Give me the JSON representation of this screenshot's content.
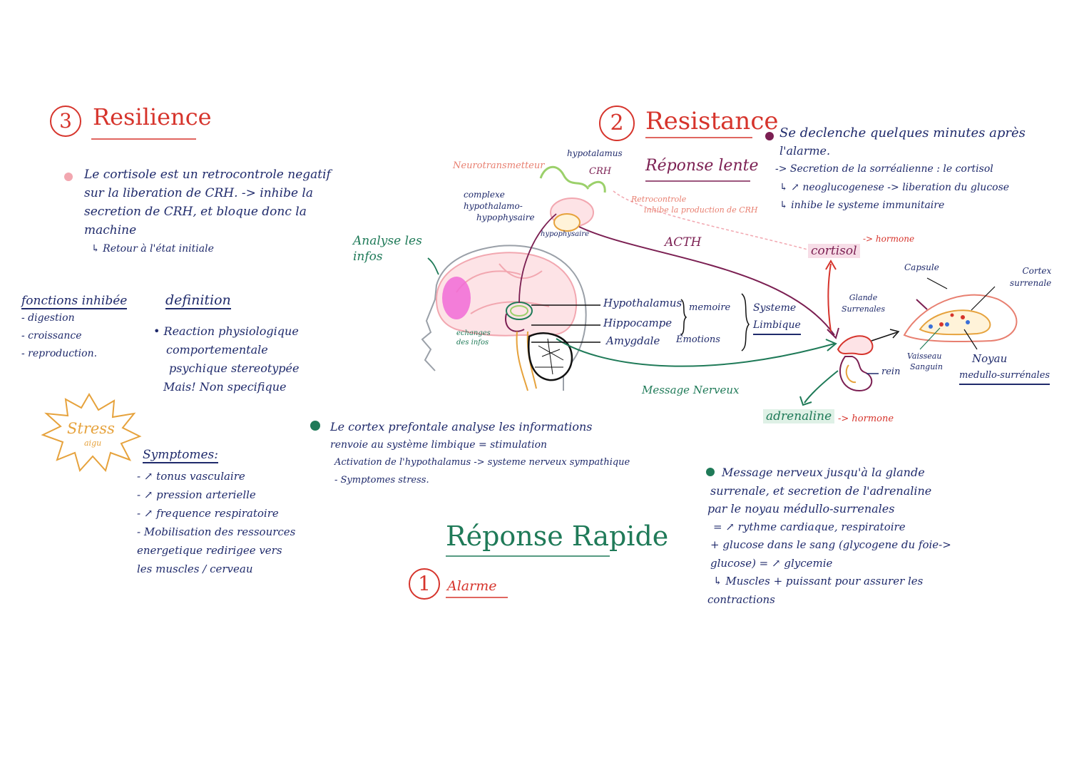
{
  "resilience": {
    "number": "3",
    "title": "Resilience",
    "body": [
      "Le cortisole est un retrocontrole negatif",
      "sur la liberation de CRH. -> inhibe la",
      "secretion de CRH, et bloque donc la",
      "machine",
      "↳ Retour à l'état initiale"
    ]
  },
  "fonctions": {
    "title": "fonctions inhibée",
    "items": [
      "- digestion",
      "- croissance",
      "- reproduction."
    ]
  },
  "definition": {
    "title": "definition",
    "items": [
      "Reaction physiologique",
      "comportementale",
      "psychique stereotypée",
      "Mais! Non specifique"
    ]
  },
  "stress": {
    "label": "Stress",
    "sub": "aigu"
  },
  "symptomes": {
    "title": "Symptomes:",
    "items": [
      "- ↗ tonus vasculaire",
      "- ↗ pression arterielle",
      "- ↗ frequence respiratoire",
      "- Mobilisation des ressources",
      "energetique redirigee vers",
      "les muscles / cerveau"
    ]
  },
  "resistance": {
    "number": "2",
    "title": "Resistance",
    "subtitle": "Réponse lente",
    "body": [
      "Se declenche quelques minutes après",
      "l'alarme.",
      "-> Secretion de la sorréalienne : le cortisol",
      "↳ ↗ neoglucogenese -> liberation du glucose",
      "↳ inhibe le systeme immunitaire"
    ]
  },
  "diagram": {
    "neurotransmetteur": "Neurotransmetteur",
    "hypotalamus": "hypotalamus",
    "crh": "CRH",
    "complexe": [
      "complexe",
      "hypothalamo-",
      "hypophysaire"
    ],
    "hypophysaire": "hypophysaire",
    "retrocontrole": [
      "Retrocontrole",
      "inhibe la production de CRH"
    ],
    "acth": "ACTH",
    "cortisol": "cortisol",
    "cortisol_hormone": "-> hormone",
    "analyse": [
      "Analyse les",
      "infos"
    ],
    "echanges": [
      "echanges",
      "des infos"
    ],
    "hypothalamus": "Hypothalamus",
    "hippocampe": "Hippocampe",
    "amygdale": "Amygdale",
    "memoire": "memoire",
    "emotions": "Émotions",
    "systeme": "Systeme",
    "limbique": "Limbique",
    "glande": [
      "Glande",
      "Surrenales"
    ],
    "rein": "rein",
    "message_nerveux": "Message Nerveux",
    "adrenaline": "adrenaline",
    "adrenaline_hormone": "-> hormone",
    "capsule": "Capsule",
    "cortex_surrenale": [
      "Cortex",
      "surrenale"
    ],
    "vaisseau": [
      "Vaisseau",
      "Sanguin"
    ],
    "noyau": [
      "Noyau",
      "medullo-surrénales"
    ]
  },
  "cortex": {
    "lines": [
      "Le cortex prefontale analyse les informations",
      "renvoie au système limbique = stimulation",
      "Activation de l'hypothalamus -> systeme nerveux sympathique",
      "- Symptomes stress."
    ]
  },
  "reponse_rapide": {
    "title": "Réponse Rapide",
    "number": "1",
    "subtitle": "Alarme"
  },
  "message": {
    "lines": [
      "Message nerveux jusqu'à la glande",
      "surrenale, et secretion de l'adrenaline",
      "par le noyau médullo-surrenales",
      "= ↗ rythme cardiaque, respiratoire",
      "+ glucose dans le sang (glycogene du foie->",
      "glucose) = ↗ glycemie",
      "↳ Muscles + puissant pour assurer les",
      "contractions"
    ]
  },
  "colors": {
    "navy": "#1f2a6b",
    "red": "#d6342c",
    "green": "#1f7a58",
    "purple": "#7b1f52",
    "pink": "#f2a7b0",
    "magenta": "#f16bd6",
    "orange": "#e6a23c",
    "lime": "#9bd06a"
  }
}
